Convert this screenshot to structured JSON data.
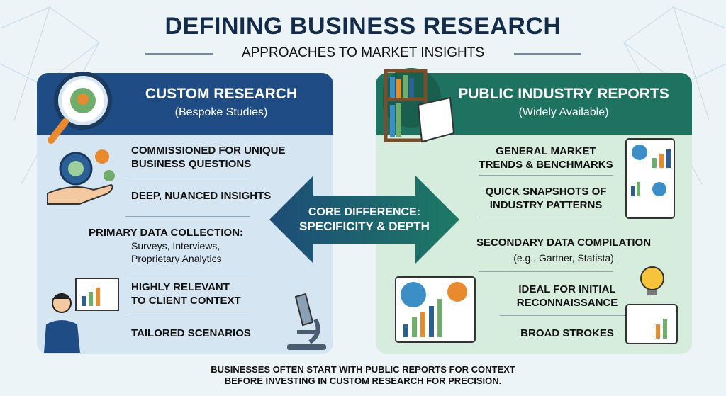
{
  "title": "DEFINING BUSINESS RESEARCH",
  "subtitle": "APPROACHES TO MARKET INSIGHTS",
  "left": {
    "title": "CUSTOM RESEARCH",
    "subtitle": "(Bespoke Studies)",
    "items": [
      {
        "l1": "COMMISSIONED FOR UNIQUE",
        "l2": "BUSINESS QUESTIONS"
      },
      {
        "l1": "DEEP, NUANCED INSIGHTS"
      },
      {
        "l1": "PRIMARY DATA COLLECTION:",
        "s1": "Surveys, Interviews,",
        "s2": "Proprietary Analytics"
      },
      {
        "l1": "HIGHLY RELEVANT",
        "l2": "TO CLIENT CONTEXT"
      },
      {
        "l1": "TAILORED SCENARIOS"
      }
    ]
  },
  "right": {
    "title": "PUBLIC INDUSTRY REPORTS",
    "subtitle": "(Widely Available)",
    "items": [
      {
        "l1": "GENERAL MARKET",
        "l2": "TRENDS & BENCHMARKS"
      },
      {
        "l1": "QUICK SNAPSHOTS OF",
        "l2": "INDUSTRY PATTERNS"
      },
      {
        "l1": "SECONDARY DATA COMPILATION",
        "s1": "(e.g., Gartner, Statista)"
      },
      {
        "l1": "IDEAL FOR INITIAL",
        "l2": "RECONNAISSANCE"
      },
      {
        "l1": "BROAD STROKES"
      }
    ]
  },
  "center": {
    "l1": "CORE DIFFERENCE:",
    "l2": "SPECIFICITY & DEPTH"
  },
  "footer": {
    "l1": "BUSINESSES OFTEN START WITH PUBLIC REPORTS FOR CONTEXT",
    "l2": "BEFORE INVESTING IN CUSTOM RESEARCH FOR PRECISION."
  },
  "colors": {
    "blue": "#1f4c84",
    "green": "#1d735f",
    "orange": "#e88a2e"
  }
}
